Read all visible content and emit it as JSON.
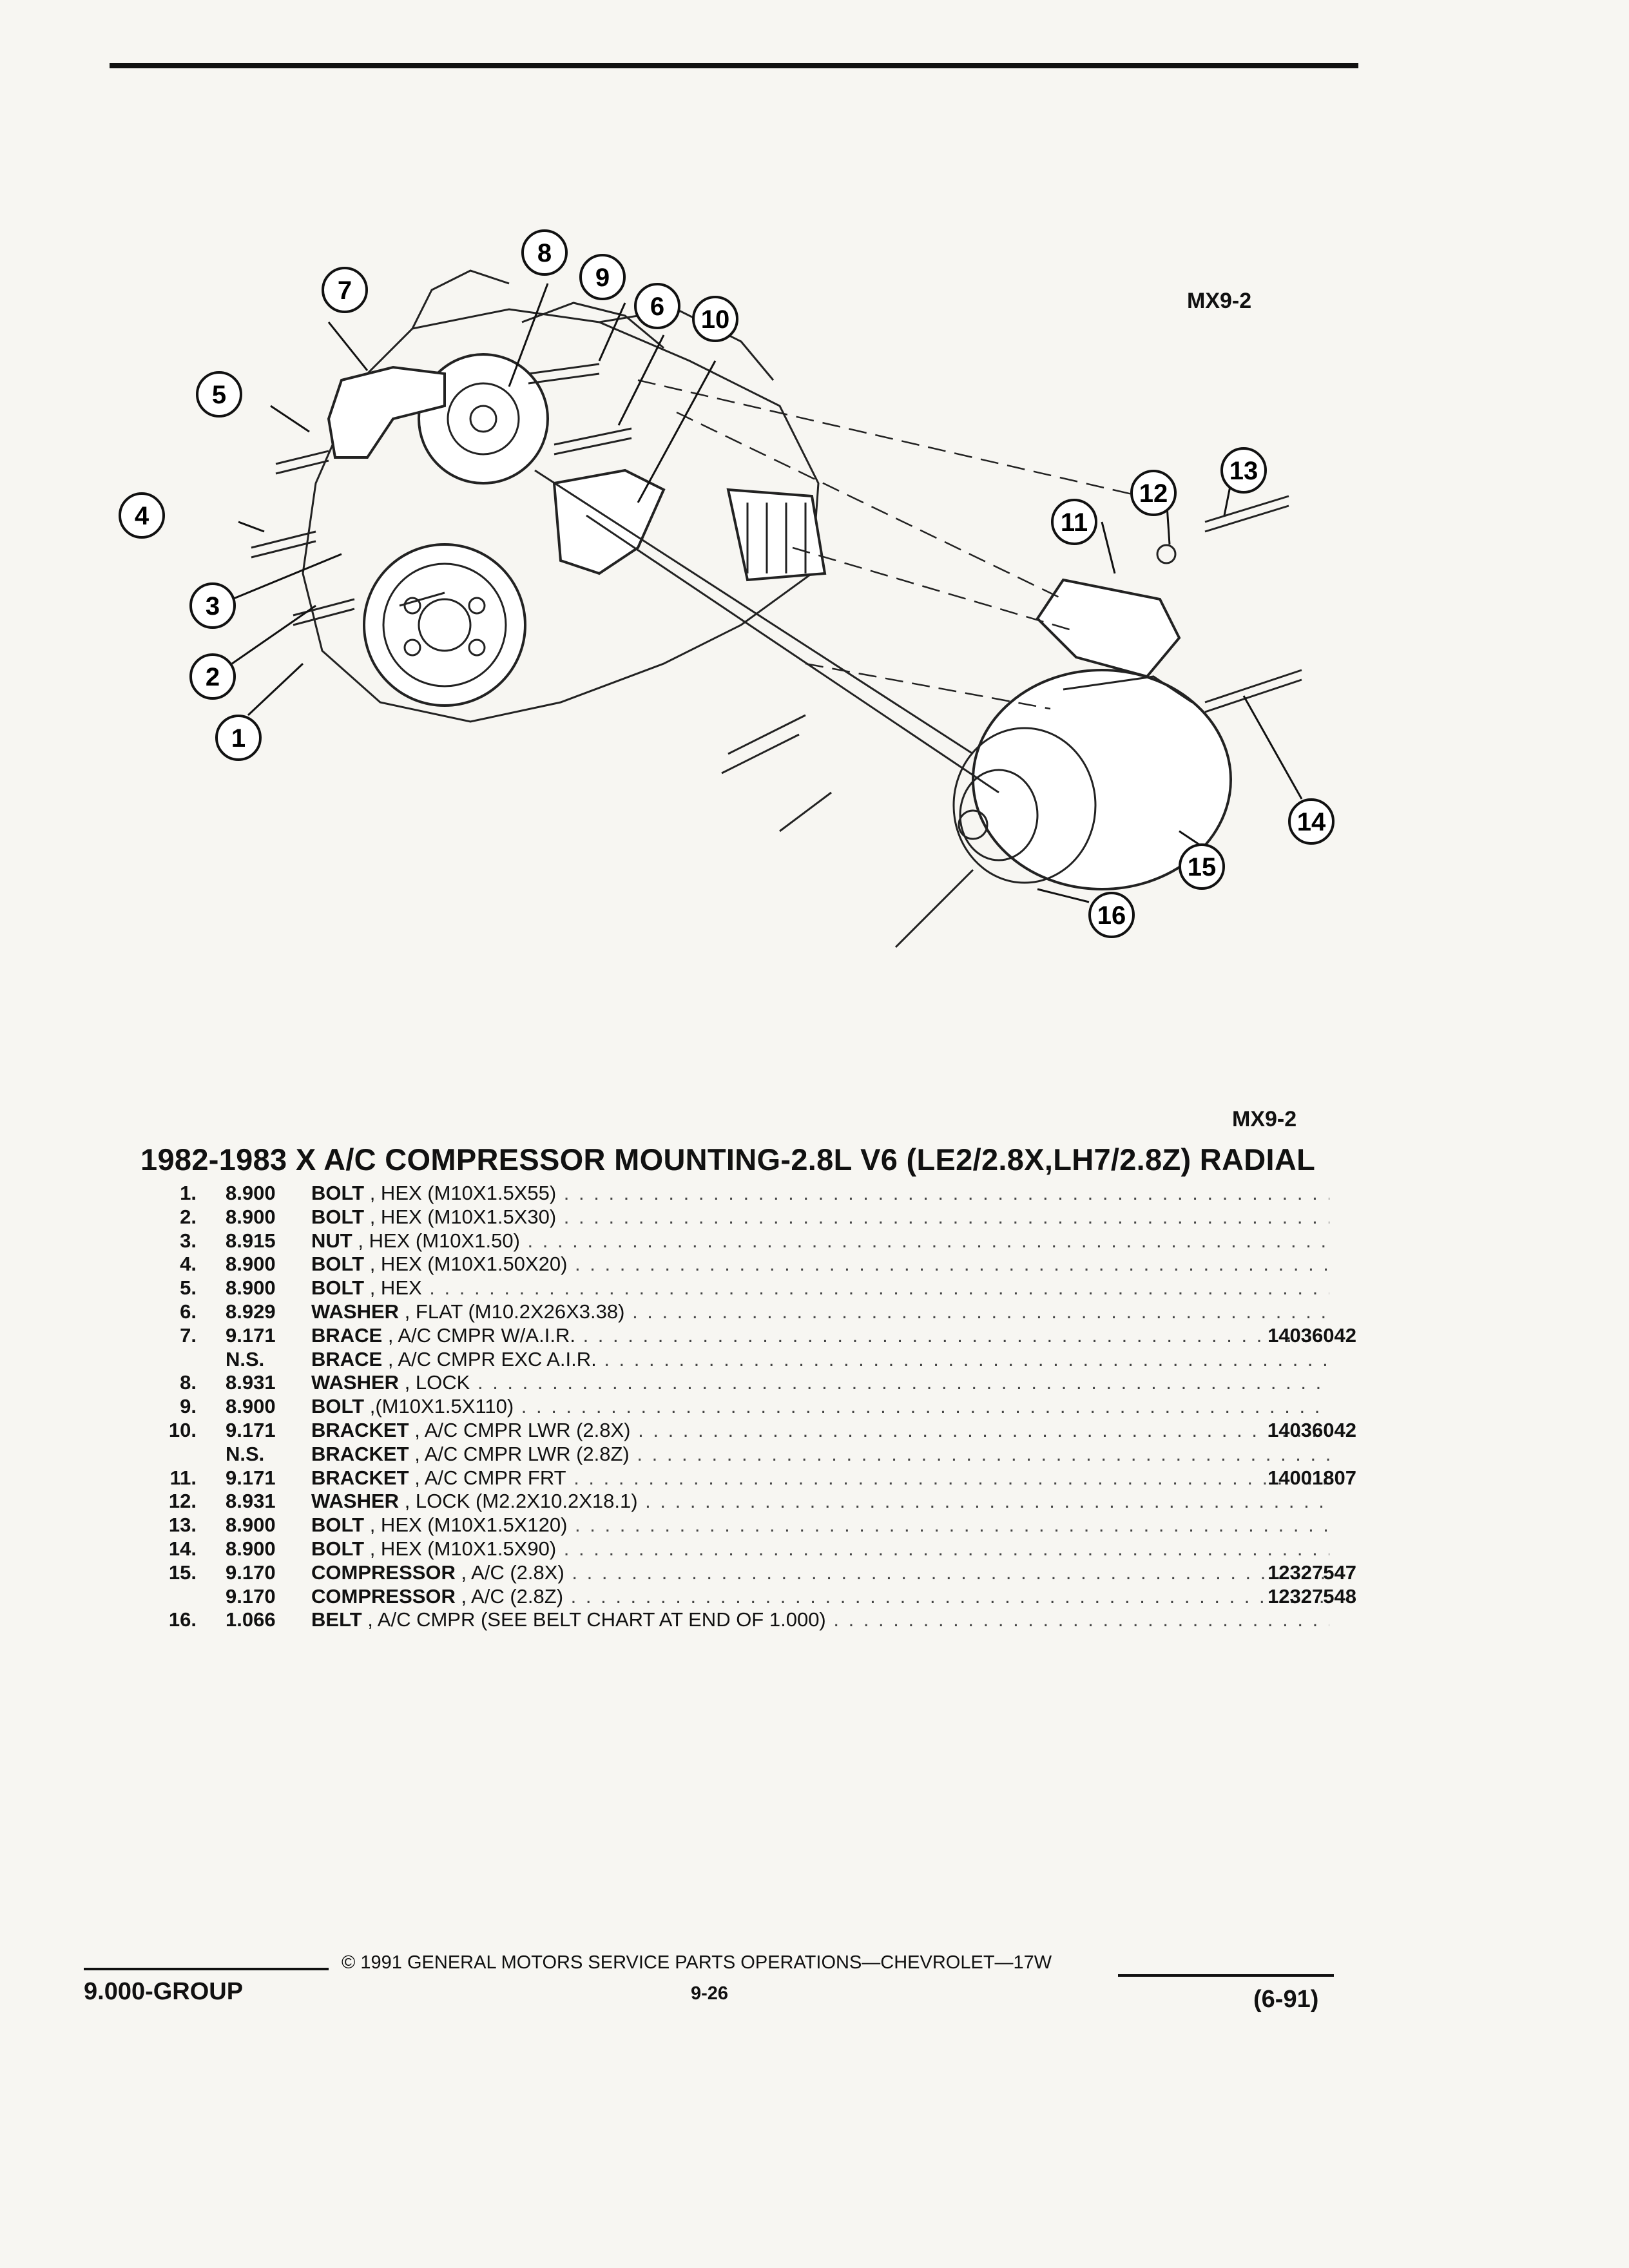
{
  "figure_code_top": "MX9-2",
  "figure_code": "MX9-2",
  "title": "1982-1983 X A/C COMPRESSOR MOUNTING-2.8L V6 (LE2/2.8X,LH7/2.8Z) RADIAL",
  "callouts": [
    "1",
    "2",
    "3",
    "4",
    "5",
    "6",
    "7",
    "8",
    "9",
    "10",
    "11",
    "12",
    "13",
    "14",
    "15",
    "16"
  ],
  "parts": [
    {
      "no": "1.",
      "group": "8.900",
      "name": "BOLT",
      "spec": ", HEX (M10X1.5X55)",
      "pn": ""
    },
    {
      "no": "2.",
      "group": "8.900",
      "name": "BOLT",
      "spec": ", HEX (M10X1.5X30)",
      "pn": ""
    },
    {
      "no": "3.",
      "group": "8.915",
      "name": "NUT",
      "spec": ", HEX (M10X1.50)",
      "pn": ""
    },
    {
      "no": "4.",
      "group": "8.900",
      "name": "BOLT",
      "spec": ", HEX (M10X1.50X20)",
      "pn": ""
    },
    {
      "no": "5.",
      "group": "8.900",
      "name": "BOLT",
      "spec": ", HEX",
      "pn": ""
    },
    {
      "no": "6.",
      "group": "8.929",
      "name": "WASHER",
      "spec": ", FLAT (M10.2X26X3.38)",
      "pn": ""
    },
    {
      "no": "7.",
      "group": "9.171",
      "name": "BRACE",
      "spec": ", A/C CMPR W/A.I.R.",
      "pn": "14036042"
    },
    {
      "no": "",
      "group": "N.S.",
      "name": "BRACE",
      "spec": ", A/C CMPR EXC A.I.R.",
      "pn": ""
    },
    {
      "no": "8.",
      "group": "8.931",
      "name": "WASHER",
      "spec": ", LOCK",
      "pn": ""
    },
    {
      "no": "9.",
      "group": "8.900",
      "name": "BOLT",
      "spec": ",(M10X1.5X110)",
      "pn": ""
    },
    {
      "no": "10.",
      "group": "9.171",
      "name": "BRACKET",
      "spec": ", A/C CMPR LWR (2.8X)",
      "pn": "14036042"
    },
    {
      "no": "",
      "group": "N.S.",
      "name": "BRACKET",
      "spec": ", A/C CMPR LWR (2.8Z)",
      "pn": ""
    },
    {
      "no": "11.",
      "group": "9.171",
      "name": "BRACKET",
      "spec": ", A/C CMPR FRT",
      "pn": "14001807"
    },
    {
      "no": "12.",
      "group": "8.931",
      "name": "WASHER",
      "spec": ", LOCK (M2.2X10.2X18.1)",
      "pn": ""
    },
    {
      "no": "13.",
      "group": "8.900",
      "name": "BOLT",
      "spec": ", HEX (M10X1.5X120)",
      "pn": ""
    },
    {
      "no": "14.",
      "group": "8.900",
      "name": "BOLT",
      "spec": ", HEX (M10X1.5X90)",
      "pn": ""
    },
    {
      "no": "15.",
      "group": "9.170",
      "name": "COMPRESSOR",
      "spec": ", A/C (2.8X)",
      "pn": "12327547"
    },
    {
      "no": "",
      "group": "9.170",
      "name": "COMPRESSOR",
      "spec": ", A/C (2.8Z)",
      "pn": "12327548"
    },
    {
      "no": "16.",
      "group": "1.066",
      "name": "BELT",
      "spec": ", A/C CMPR (SEE BELT CHART AT END OF 1.000)",
      "pn": ""
    }
  ],
  "footer": {
    "copyright": "© 1991 GENERAL MOTORS SERVICE PARTS OPERATIONS—CHEVROLET—17W",
    "group": "9.000-GROUP",
    "page": "9-26",
    "revision": "(6-91)"
  }
}
